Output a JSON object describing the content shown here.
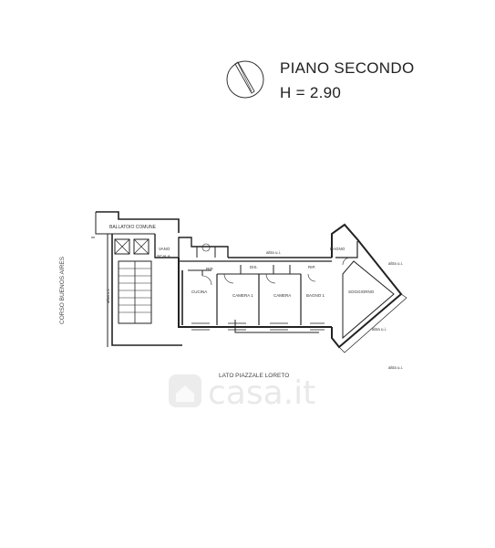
{
  "header": {
    "floor_title": "PIANO SECONDO",
    "height_label": "H = 2.90"
  },
  "plan": {
    "labels": {
      "ballatoio": "BALLATOIO COMUNE",
      "vano_scala_1": "VANO",
      "vano_scala_2": "SCALA",
      "altra_ui_left": "altra u.i.",
      "altra_ui_top": "altra u.i.",
      "altra_ui_right_top": "altra u.i.",
      "altra_ui_right_mid": "altra u.i.",
      "altra_ui_bottom_right": "altra u.i.",
      "cucina": "CUCINA",
      "camera_1": "CAMERA 1",
      "camera": "CAMERA",
      "bagno_1": "BAGNO 1",
      "soggiorno": "SOGGIORNO",
      "bagno": "BAGNO",
      "rip_1": "RIP.",
      "disimpegno": "DIS.",
      "rip_2": "RIP.",
      "street_left": "CORSO BUENOS AIRES",
      "street_bottom": "LATO PIAZZALE LORETO"
    }
  },
  "watermark": {
    "text": "casa.it"
  }
}
